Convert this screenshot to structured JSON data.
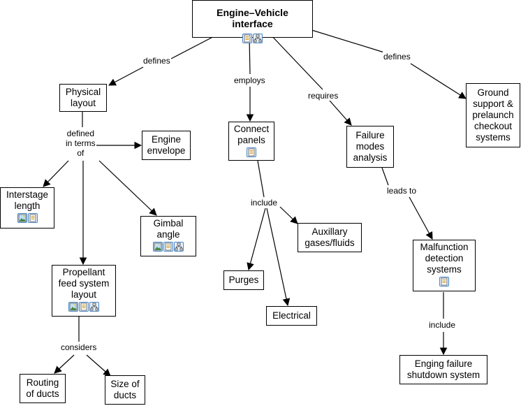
{
  "concepts": {
    "engine_vehicle_interface": "Engine–Vehicle interface",
    "physical_layout": "Physical\nlayout",
    "connect_panels": "Connect\npanels",
    "failure_modes_analysis": "Failure\nmodes\nanalysis",
    "ground_support": "Ground\nsupport &\nprelaunch\ncheckout\nsystems",
    "engine_envelope": "Engine\nenvelope",
    "interstage_length": "Interstage\nlength",
    "gimbal_angle": "Gimbal\nangle",
    "propellant_feed": "Propellant\nfeed system\nlayout",
    "routing_of_ducts": "Routing\nof ducts",
    "size_of_ducts": "Size of\nducts",
    "auxillary_gases": "Auxillary\ngases/fluids",
    "purges": "Purges",
    "electrical": "Electrical",
    "malfunction_detection": "Malfunction\ndetection\nsystems",
    "engine_failure_shutdown": "Enging failure\nshutdown system"
  },
  "linking_phrases": {
    "defines_left": "defines",
    "employs": "employs",
    "requires": "requires",
    "defines_right": "defines",
    "defined_in_terms_of": "defined\nin terms\nof",
    "include_panels": "include",
    "leads_to": "leads to",
    "considers": "considers",
    "include_malfunction": "include"
  },
  "icon_names": [
    "document-icon",
    "concept-map-icon",
    "image-icon"
  ]
}
